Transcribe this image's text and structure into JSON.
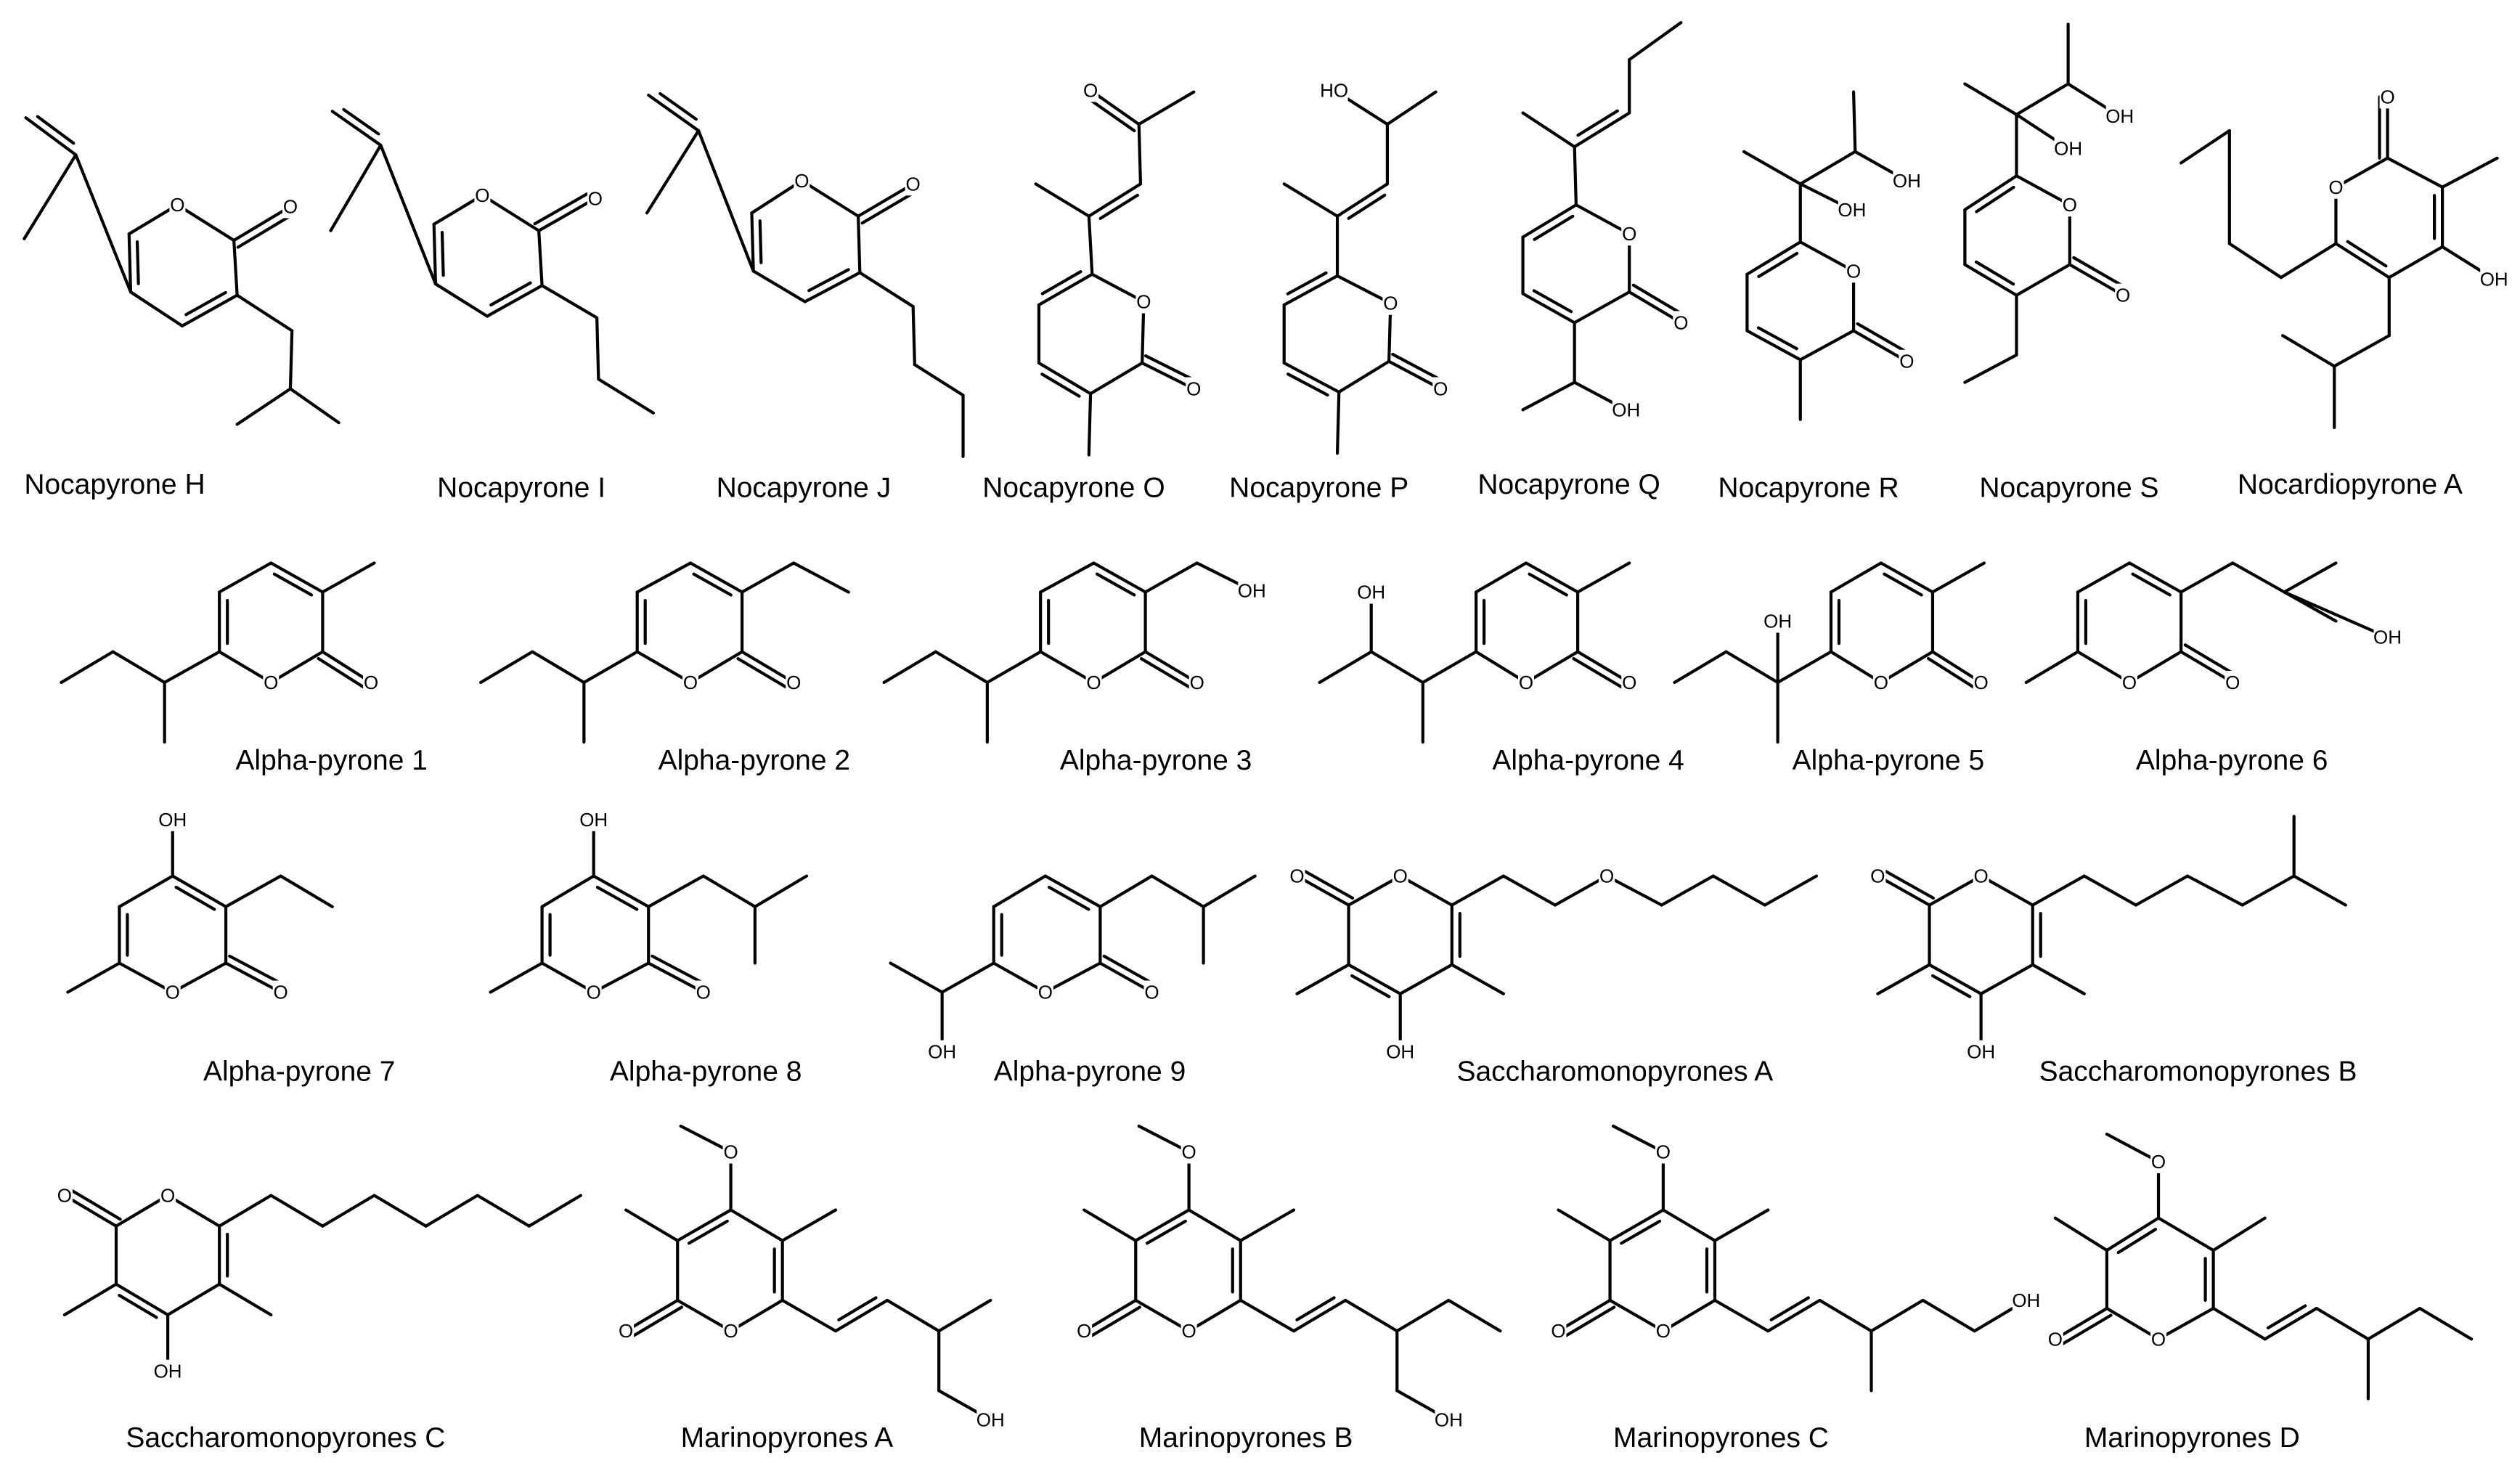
{
  "compounds": [
    {
      "name": "Nocapyrone H"
    },
    {
      "name": "Nocapyrone I"
    },
    {
      "name": "Nocapyrone J"
    },
    {
      "name": "Nocapyrone O"
    },
    {
      "name": "Nocapyrone P"
    },
    {
      "name": "Nocapyrone Q"
    },
    {
      "name": "Nocapyrone R"
    },
    {
      "name": "Nocapyrone S"
    },
    {
      "name": "Nocardiopyrone A"
    },
    {
      "name": "Alpha-pyrone 1"
    },
    {
      "name": "Alpha-pyrone 2"
    },
    {
      "name": "Alpha-pyrone 3"
    },
    {
      "name": "Alpha-pyrone 4"
    },
    {
      "name": "Alpha-pyrone 5"
    },
    {
      "name": "Alpha-pyrone 6"
    },
    {
      "name": "Alpha-pyrone 7"
    },
    {
      "name": "Alpha-pyrone 8"
    },
    {
      "name": "Alpha-pyrone 9"
    },
    {
      "name": "Saccharomonopyrones A"
    },
    {
      "name": "Saccharomonopyrones B"
    },
    {
      "name": "Saccharomonopyrones C"
    },
    {
      "name": "Marinopyrones A"
    },
    {
      "name": "Marinopyrones B"
    },
    {
      "name": "Marinopyrones C"
    },
    {
      "name": "Marinopyrones D"
    }
  ],
  "atom_labels": {
    "oxygen": "O",
    "hydroxyl": "OH",
    "hydroxyl_left": "HO"
  }
}
